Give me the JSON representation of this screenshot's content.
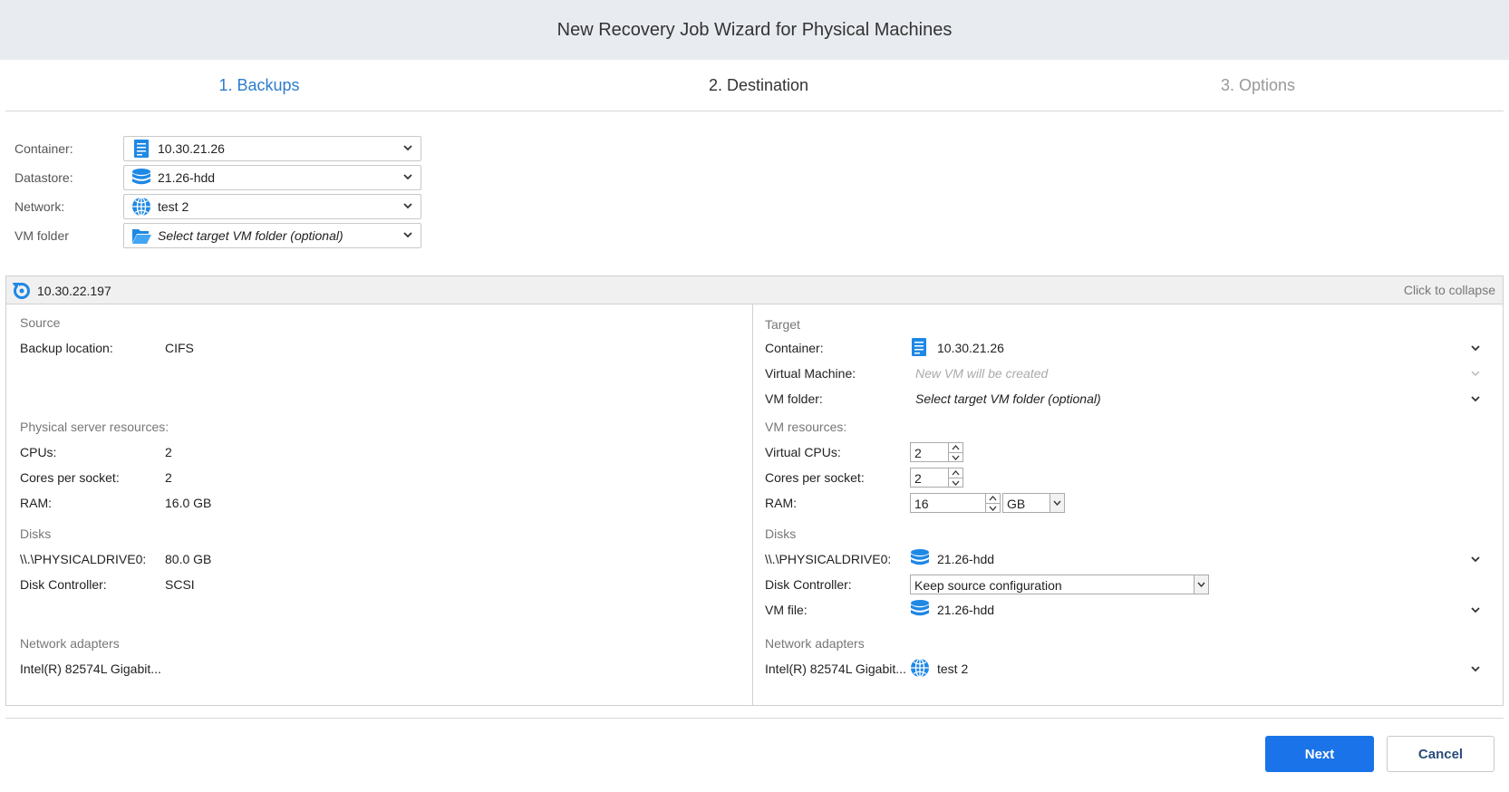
{
  "window": {
    "title": "New Recovery Job Wizard for Physical Machines"
  },
  "steps": [
    {
      "label": "1. Backups",
      "state": "completed"
    },
    {
      "label": "2. Destination",
      "state": "active"
    },
    {
      "label": "3. Options",
      "state": "upcoming"
    }
  ],
  "top_form": {
    "container": {
      "label": "Container:",
      "value": "10.30.21.26",
      "icon": "server-icon"
    },
    "datastore": {
      "label": "Datastore:",
      "value": "21.26-hdd",
      "icon": "datastore-icon"
    },
    "network": {
      "label": "Network:",
      "value": "test 2",
      "icon": "network-globe-icon"
    },
    "vm_folder": {
      "label": "VM folder",
      "placeholder": "Select target VM folder (optional)",
      "icon": "folder-open-icon"
    }
  },
  "machine": {
    "name": "10.30.22.197",
    "collapse_label": "Click to collapse",
    "source": {
      "title": "Source",
      "backup_location_label": "Backup location:",
      "backup_location_value": "CIFS",
      "resources_title": "Physical server resources:",
      "cpus_label": "CPUs:",
      "cpus_value": "2",
      "cores_label": "Cores per socket:",
      "cores_value": "2",
      "ram_label": "RAM:",
      "ram_value": "16.0 GB",
      "disks_title": "Disks",
      "disk_label": "\\\\.\\PHYSICALDRIVE0:",
      "disk_value": "80.0 GB",
      "controller_label": "Disk Controller:",
      "controller_value": "SCSI",
      "network_title": "Network adapters",
      "adapter_name": "Intel(R) 82574L Gigabit..."
    },
    "target": {
      "title": "Target",
      "container_label": "Container:",
      "container_value": "10.30.21.26",
      "vm_label": "Virtual Machine:",
      "vm_placeholder": "New VM will be created",
      "folder_label": "VM folder:",
      "folder_placeholder": "Select target VM folder (optional)",
      "resources_title": "VM resources:",
      "vcpus_label": "Virtual CPUs:",
      "vcpus_value": "2",
      "cores_label": "Cores per socket:",
      "cores_value": "2",
      "ram_label": "RAM:",
      "ram_value": "16",
      "ram_unit": "GB",
      "disks_title": "Disks",
      "disk_label": "\\\\.\\PHYSICALDRIVE0:",
      "disk_value": "21.26-hdd",
      "controller_label": "Disk Controller:",
      "controller_value": "Keep source configuration",
      "vmfile_label": "VM file:",
      "vmfile_value": "21.26-hdd",
      "network_title": "Network adapters",
      "adapter_name": "Intel(R) 82574L Gigabit...",
      "adapter_network": "test 2"
    }
  },
  "buttons": {
    "next": "Next",
    "cancel": "Cancel"
  },
  "colors": {
    "accent": "#1a73e8",
    "step_active": "#2d7ccf",
    "icon_blue": "#1e88e5"
  }
}
